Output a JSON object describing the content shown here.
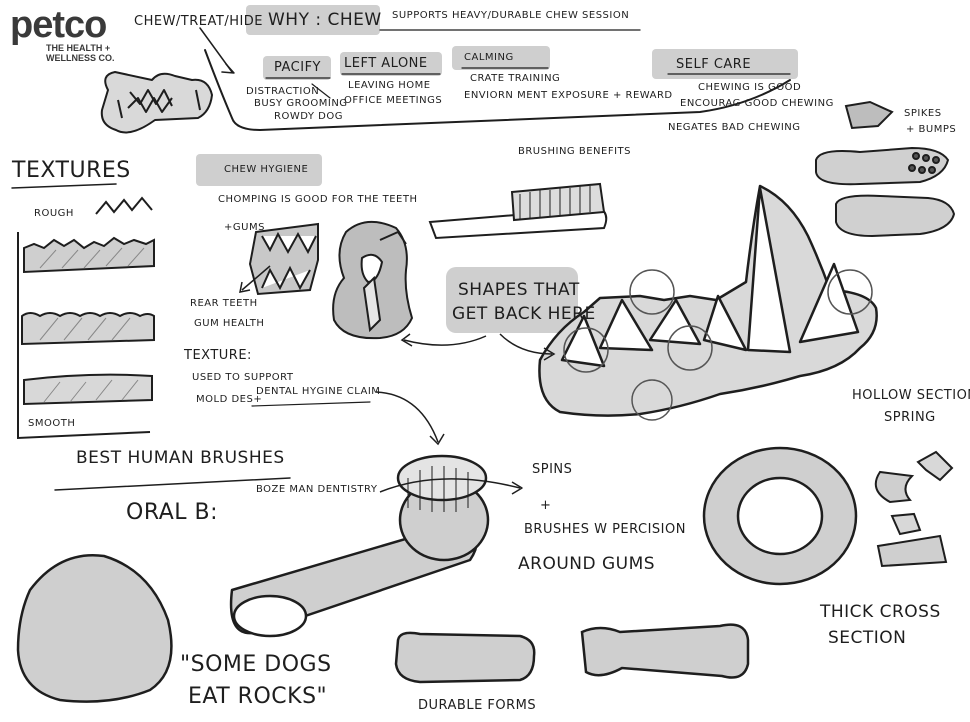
{
  "logo": {
    "brand": "petco",
    "line1": "THE HEALTH +",
    "line2": "WELLNESS CO."
  },
  "top": {
    "category": "CHEW/TREAT/HIDE",
    "why_label": "WHY : CHEW",
    "supports": "SUPPORTS HEAVY/DURABLE CHEW SESSION"
  },
  "groups": {
    "pacify": {
      "title": "PACIFY",
      "items": [
        "DISTRACTION",
        "BUSY GROOMING",
        "ROWDY DOG"
      ]
    },
    "left_alone": {
      "title": "LEFT ALONE",
      "items": [
        "LEAVING HOME",
        "OFFICE MEETINGS"
      ]
    },
    "calming": {
      "title": "CALMING",
      "items": [
        "CRATE TRAINING",
        "ENVIORN MENT EXPOSURE + REWARD"
      ]
    },
    "self_care": {
      "title": "SELF CARE",
      "items": [
        "CHEWING IS GOOD",
        "ENCOURAG GOOD CHEWING",
        "NEGATES BAD CHEWING"
      ]
    }
  },
  "textures": {
    "title": "TEXTURES",
    "rough": "ROUGH",
    "smooth": "SMOOTH"
  },
  "chew_hygiene": {
    "title": "CHEW HYGIENE",
    "line1": "CHOMPING IS GOOD FOR THE TEETH",
    "line2": "+GUMS",
    "rear1": "REAR TEETH",
    "rear2": "GUM HEALTH"
  },
  "brushing": "BRUSHING BENEFITS",
  "shapes": {
    "line1": "SHAPES THAT",
    "line2": "GET BACK HERE"
  },
  "texture_note": {
    "title": "TEXTURE:",
    "line1": "USED TO SUPPORT",
    "line2": "MOLD DES+",
    "claim": "DENTAL HYGINE CLAIM"
  },
  "spikes": {
    "line1": "SPIKES",
    "line2": "+ BUMPS"
  },
  "hollow": {
    "line1": "HOLLOW SECTION",
    "line2": "SPRING"
  },
  "best_brushes": {
    "title": "BEST HUMAN BRUSHES",
    "brand": "ORAL B:",
    "note": "BOZE MAN DENTISTRY",
    "spins": "SPINS",
    "plus": "+",
    "b1": "BRUSHES W PERCISION",
    "b2": "AROUND GUMS"
  },
  "thick": {
    "line1": "THICK CROSS",
    "line2": "SECTION"
  },
  "rocks": {
    "line1": "\"SOME DOGS",
    "line2": "EAT ROCKS\""
  },
  "durable": "DURABLE FORMS",
  "colors": {
    "ink": "#1e1e1e",
    "fill": "#cfcfcf",
    "fill_dark": "#a9a9a9"
  }
}
